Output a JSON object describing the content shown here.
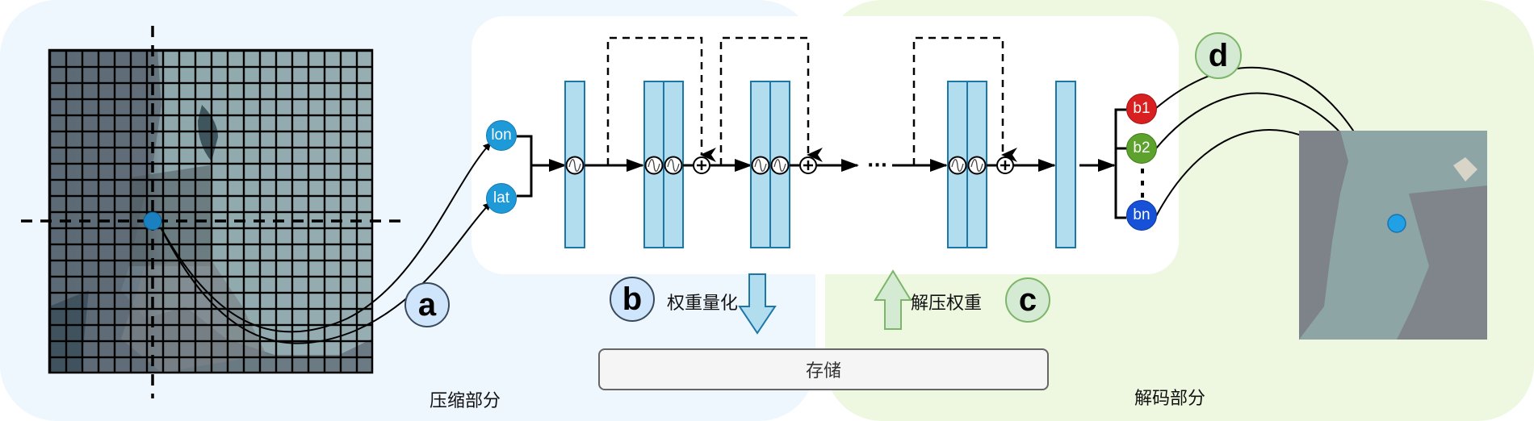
{
  "sections": {
    "compress": {
      "label": "压缩部分",
      "bg": "#eef6fe"
    },
    "decode": {
      "label": "解码部分",
      "bg": "#eef8e0"
    }
  },
  "inputs": [
    {
      "label": "lon",
      "color": "#1e9ad8"
    },
    {
      "label": "lat",
      "color": "#1e9ad8"
    }
  ],
  "outputs": [
    {
      "label": "b1",
      "color": "#d7201f"
    },
    {
      "label": "b2",
      "color": "#5ca22c"
    },
    {
      "label": "bn",
      "color": "#1651d8"
    }
  ],
  "steps": {
    "a": {
      "letter": "a"
    },
    "b": {
      "letter": "b",
      "text": "权重量化"
    },
    "c": {
      "letter": "c",
      "text": "解压权重"
    },
    "d": {
      "letter": "d"
    }
  },
  "ellipsis": "···",
  "storage": {
    "label": "存储"
  },
  "colors": {
    "layer_fill": "#b2ddef",
    "layer_stroke": "#1b77a6",
    "point": "#1a80c0",
    "decoded_point": "#22a0e6"
  }
}
